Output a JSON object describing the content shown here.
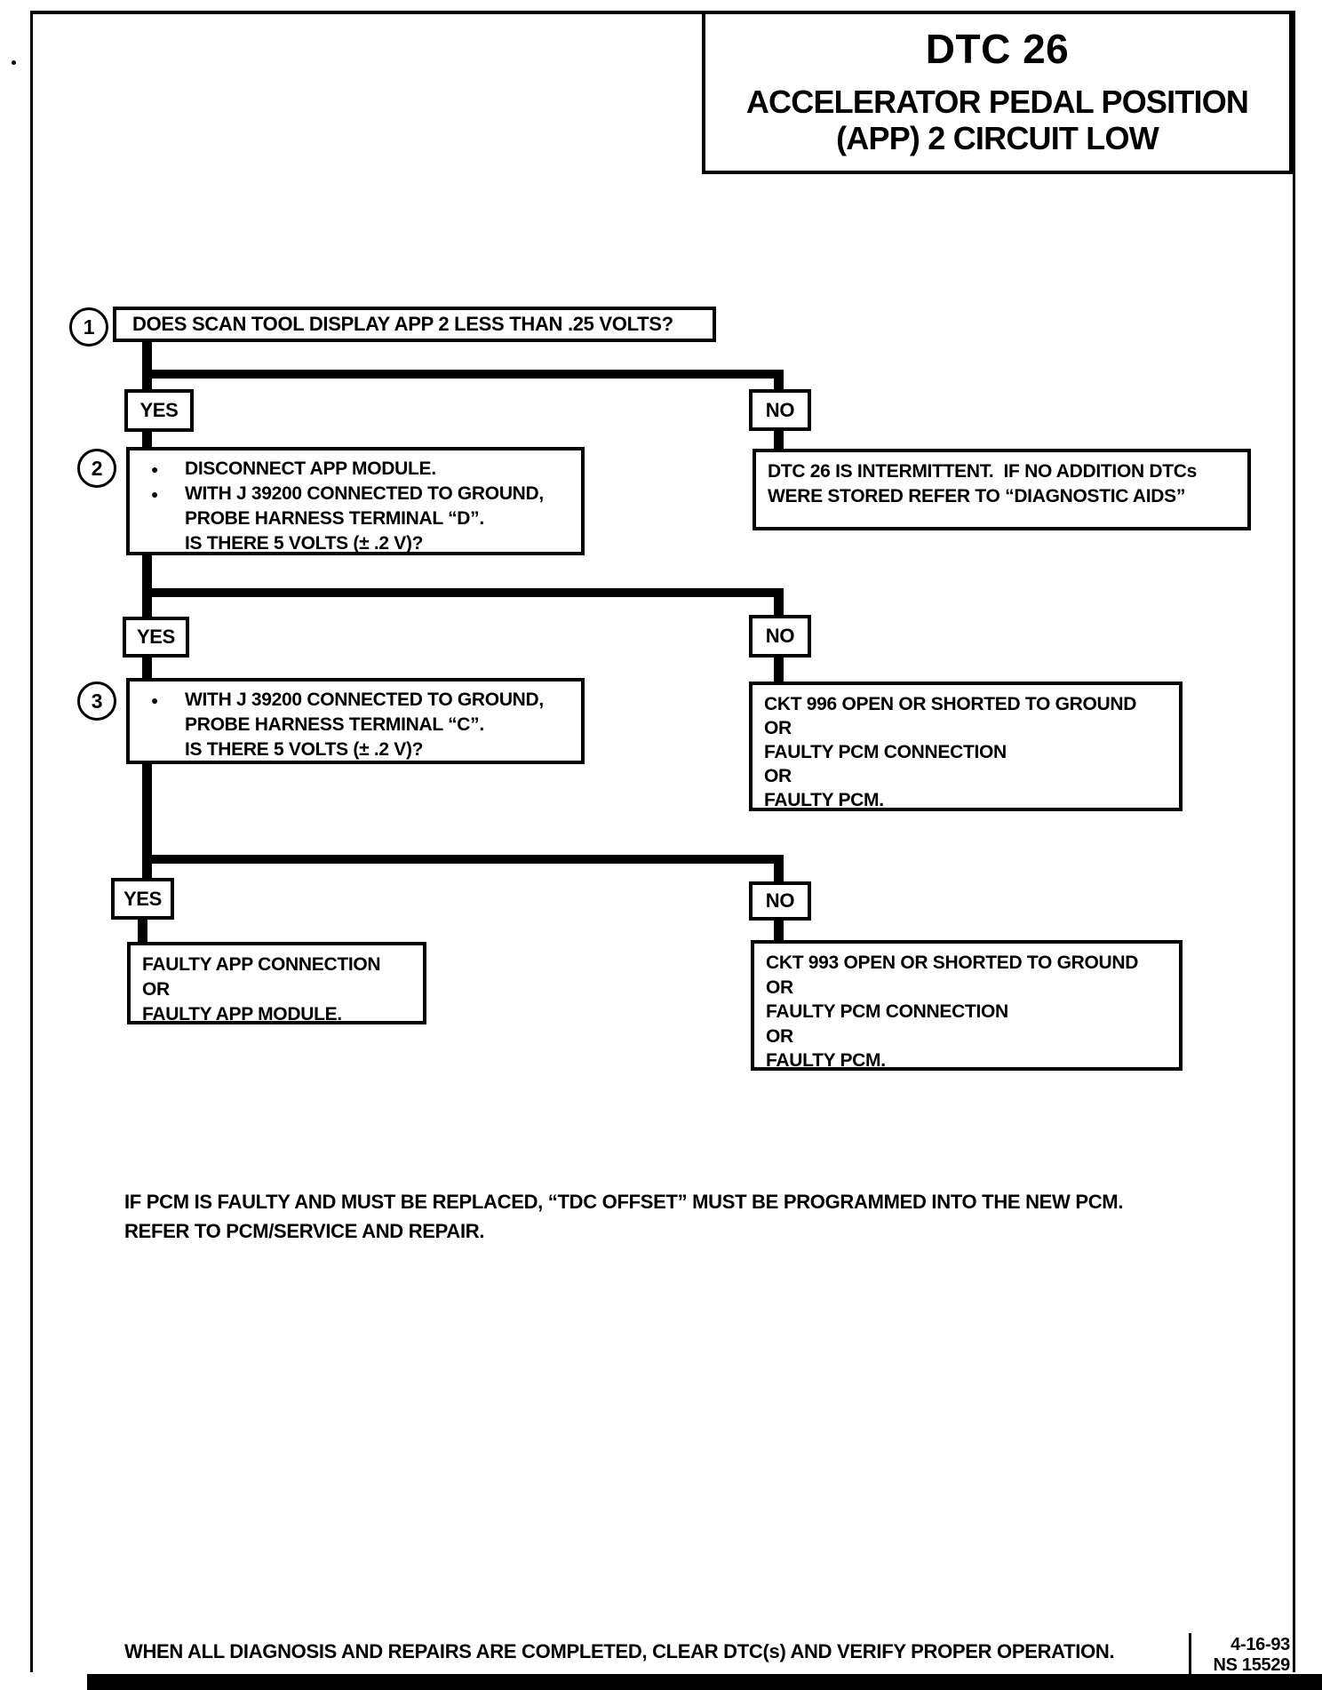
{
  "title": {
    "code": "DTC 26",
    "line1": "ACCELERATOR PEDAL POSITION",
    "line2": "(APP) 2 CIRCUIT LOW"
  },
  "labels": {
    "yes": "YES",
    "no": "NO"
  },
  "glyphs": {
    "bullet": "●"
  },
  "steps": {
    "s1": {
      "num": "1",
      "question": "DOES SCAN TOOL DISPLAY APP 2 LESS THAN .25 VOLTS?"
    },
    "s2": {
      "num": "2",
      "bullet1": "DISCONNECT APP MODULE.",
      "bullet2_line1": "WITH J 39200 CONNECTED TO GROUND,",
      "bullet2_line2": "PROBE HARNESS TERMINAL “D”.",
      "bullet2_line3": "IS THERE 5 VOLTS (± .2 V)?"
    },
    "s3": {
      "num": "3",
      "bullet1_line1": "WITH J 39200 CONNECTED TO GROUND,",
      "bullet1_line2": "PROBE HARNESS TERMINAL “C”.",
      "bullet1_line3": "IS THERE 5 VOLTS (± .2 V)?"
    }
  },
  "results": {
    "intermittent": [
      "DTC 26 IS INTERMITTENT.  IF NO ADDITION DTCs",
      "WERE STORED REFER TO “DIAGNOSTIC AIDS”"
    ],
    "ckt996": [
      "CKT 996 OPEN OR SHORTED TO GROUND",
      "OR",
      "FAULTY PCM CONNECTION",
      "OR",
      "FAULTY PCM."
    ],
    "faulty_app": [
      "FAULTY APP CONNECTION",
      "OR",
      "FAULTY APP MODULE."
    ],
    "ckt993": [
      "CKT 993 OPEN OR SHORTED TO GROUND",
      "OR",
      "FAULTY PCM CONNECTION",
      "OR",
      "FAULTY PCM."
    ]
  },
  "note": [
    "IF PCM IS FAULTY AND MUST BE REPLACED, “TDC OFFSET” MUST BE PROGRAMMED INTO THE NEW PCM.",
    "REFER TO PCM/SERVICE AND REPAIR."
  ],
  "footer": {
    "text": "WHEN ALL DIAGNOSIS AND REPAIRS ARE COMPLETED, CLEAR DTC(s) AND VERIFY PROPER OPERATION.",
    "date": "4-16-93",
    "doc_number": "NS 15529"
  }
}
